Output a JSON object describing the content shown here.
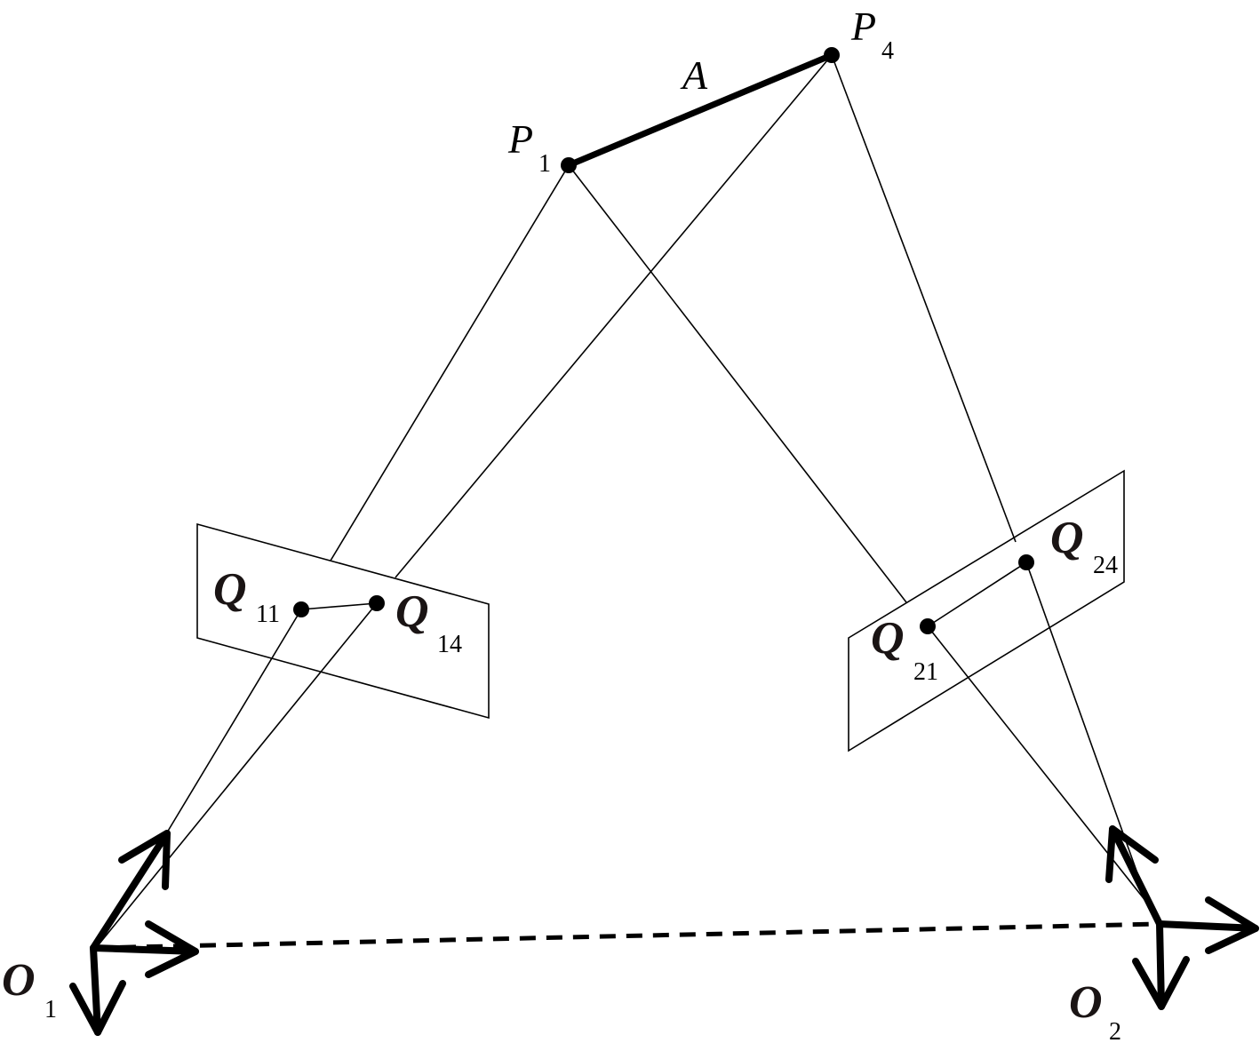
{
  "points": {
    "P1": {
      "main": "P",
      "sub": "1"
    },
    "P4": {
      "main": "P",
      "sub": "4"
    },
    "segment": "A",
    "Q11": {
      "main": "Q",
      "sub": "11"
    },
    "Q14": {
      "main": "Q",
      "sub": "14"
    },
    "Q21": {
      "main": "Q",
      "sub": "21"
    },
    "Q24": {
      "main": "Q",
      "sub": "24"
    }
  },
  "cameras": {
    "O1": {
      "main": "O",
      "sub": "1"
    },
    "O2": {
      "main": "O",
      "sub": "2"
    }
  }
}
